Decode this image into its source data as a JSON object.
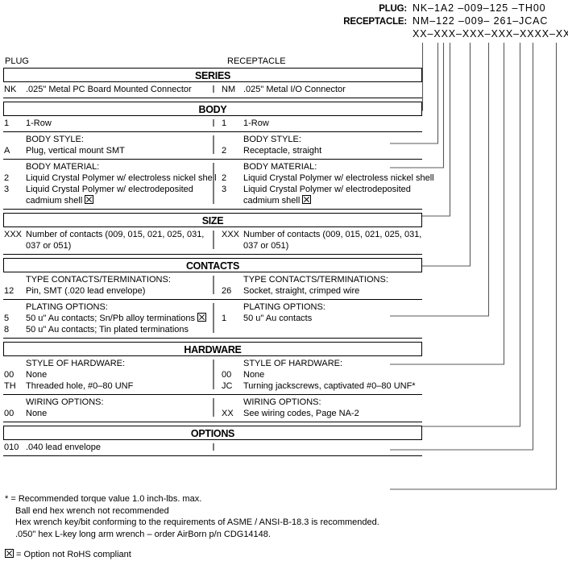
{
  "header": {
    "plug_label": "PLUG:",
    "plug_code": "NK–1A2 –009–125 –TH00",
    "receptacle_label": "RECEPTACLE:",
    "receptacle_code": "NM–122 –009– 261–JCAC",
    "mask": "XX–XXX–XXX–XXX–XXXX–XXX"
  },
  "columns": {
    "left": "PLUG",
    "right": "RECEPTACLE"
  },
  "sections": [
    {
      "title": "SERIES",
      "groups": [
        {
          "left": {
            "subhead": "",
            "options": [
              {
                "code": "NK",
                "desc": ".025\" Metal PC Board Mounted Connector"
              }
            ]
          },
          "right": {
            "subhead": "",
            "options": [
              {
                "code": "NM",
                "desc": ".025\" Metal I/O Connector"
              }
            ]
          }
        }
      ]
    },
    {
      "title": "BODY",
      "groups": [
        {
          "left": {
            "subhead": "",
            "options": [
              {
                "code": "1",
                "desc": "1-Row"
              }
            ]
          },
          "right": {
            "subhead": "",
            "options": [
              {
                "code": "1",
                "desc": "1-Row"
              }
            ]
          }
        },
        {
          "left": {
            "subhead": "BODY STYLE:",
            "options": [
              {
                "code": "A",
                "desc": "Plug, vertical mount SMT"
              }
            ]
          },
          "right": {
            "subhead": "BODY STYLE:",
            "options": [
              {
                "code": "2",
                "desc": "Receptacle, straight"
              }
            ]
          }
        },
        {
          "left": {
            "subhead": "BODY MATERIAL:",
            "options": [
              {
                "code": "2",
                "desc": "Liquid Crystal Polymer w/ electroless nickel shell"
              },
              {
                "code": "3",
                "desc": "Liquid Crystal Polymer w/ electrodeposited cadmium shell",
                "rohs": true,
                "wrap": true
              }
            ]
          },
          "right": {
            "subhead": "BODY MATERIAL:",
            "options": [
              {
                "code": "2",
                "desc": "Liquid Crystal Polymer w/ electroless nickel shell"
              },
              {
                "code": "3",
                "desc": "Liquid Crystal Polymer w/ electrodeposited cadmium shell",
                "rohs": true,
                "wrap": true
              }
            ]
          }
        }
      ]
    },
    {
      "title": "SIZE",
      "groups": [
        {
          "left": {
            "subhead": "",
            "options": [
              {
                "code": "XXX",
                "desc": "Number of contacts (009, 015, 021, 025, 031, 037 or 051)",
                "wrap": true
              }
            ]
          },
          "right": {
            "subhead": "",
            "options": [
              {
                "code": "XXX",
                "desc": "Number of contacts (009, 015, 021, 025, 031, 037 or 051)",
                "wrap": true
              }
            ]
          }
        }
      ]
    },
    {
      "title": "CONTACTS",
      "groups": [
        {
          "left": {
            "subhead": "TYPE CONTACTS/TERMINATIONS:",
            "options": [
              {
                "code": "12",
                "desc": "Pin, SMT (.020 lead envelope)"
              }
            ]
          },
          "right": {
            "subhead": "TYPE CONTACTS/TERMINATIONS:",
            "options": [
              {
                "code": "26",
                "desc": "Socket, straight, crimped wire"
              }
            ]
          }
        },
        {
          "left": {
            "subhead": "PLATING OPTIONS:",
            "options": [
              {
                "code": "5",
                "desc": "50 u\" Au contacts; Sn/Pb alloy terminations",
                "rohs": true
              },
              {
                "code": "8",
                "desc": "50 u\" Au contacts; Tin plated terminations"
              }
            ]
          },
          "right": {
            "subhead": "PLATING OPTIONS:",
            "options": [
              {
                "code": "1",
                "desc": "50 u\" Au contacts"
              }
            ]
          }
        }
      ]
    },
    {
      "title": "HARDWARE",
      "groups": [
        {
          "left": {
            "subhead": "STYLE OF HARDWARE:",
            "options": [
              {
                "code": "00",
                "desc": "None"
              },
              {
                "code": "TH",
                "desc": "Threaded hole, #0–80 UNF"
              }
            ]
          },
          "right": {
            "subhead": "STYLE OF HARDWARE:",
            "options": [
              {
                "code": "00",
                "desc": "None"
              },
              {
                "code": "JC",
                "desc": "Turning jackscrews, captivated #0–80 UNF*"
              }
            ]
          }
        },
        {
          "left": {
            "subhead": "WIRING OPTIONS:",
            "options": [
              {
                "code": "00",
                "desc": "None"
              }
            ]
          },
          "right": {
            "subhead": "WIRING OPTIONS:",
            "options": [
              {
                "code": "XX",
                "desc": "See wiring codes, Page NA-2"
              }
            ]
          }
        }
      ]
    },
    {
      "title": "OPTIONS",
      "groups": [
        {
          "left": {
            "subhead": "",
            "options": [
              {
                "code": "010",
                "desc": ".040 lead envelope"
              }
            ]
          },
          "right": {
            "subhead": "",
            "options": []
          }
        }
      ]
    }
  ],
  "notes": {
    "torque": "* = Recommended torque value 1.0 inch-lbs. max.",
    "ball": "Ball end hex wrench not recommended",
    "wrench": "Hex wrench key/bit conforming to the requirements of ASME / ANSI-B-18.3 is recommended.",
    "lkey": ".050\" hex L-key long arm wrench – order AirBorn p/n CDG14148.",
    "rohs": " = Option not RoHS compliant"
  }
}
